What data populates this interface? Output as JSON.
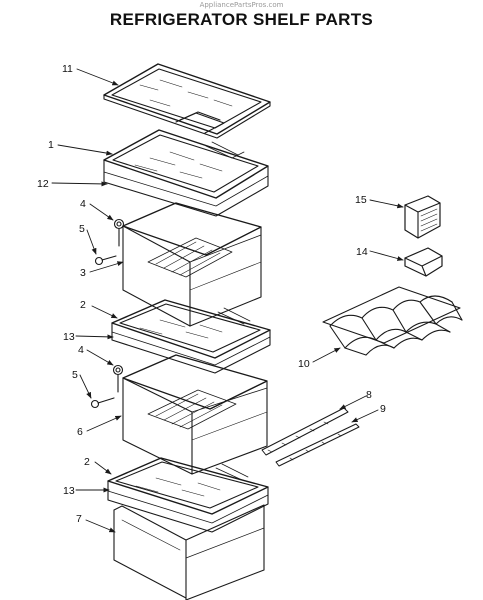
{
  "watermark": "AppliancePartsPros.com",
  "title": "REFRIGERATOR SHELF PARTS",
  "callouts": [
    "11",
    "1",
    "12",
    "4",
    "5",
    "3",
    "2",
    "13",
    "4",
    "5",
    "6",
    "2",
    "13",
    "7",
    "15",
    "14",
    "10",
    "8",
    "9"
  ]
}
